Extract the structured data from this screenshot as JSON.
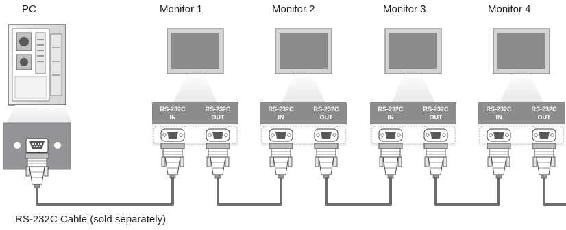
{
  "pc_label": "PC",
  "monitors": [
    {
      "label": "Monitor 1"
    },
    {
      "label": "Monitor 2"
    },
    {
      "label": "Monitor 3"
    },
    {
      "label": "Monitor 4"
    }
  ],
  "port_in_line1": "RS-232C",
  "port_in_line2": "IN",
  "port_out_line1": "RS-232C",
  "port_out_line2": "OUT",
  "cable_caption": "RS-232C Cable (sold separately)",
  "colors": {
    "cable": "#6d6e71",
    "panel_bar": "#8a8c8e",
    "screen": "#8c8c8c",
    "bezel": "#d1d3d4"
  }
}
